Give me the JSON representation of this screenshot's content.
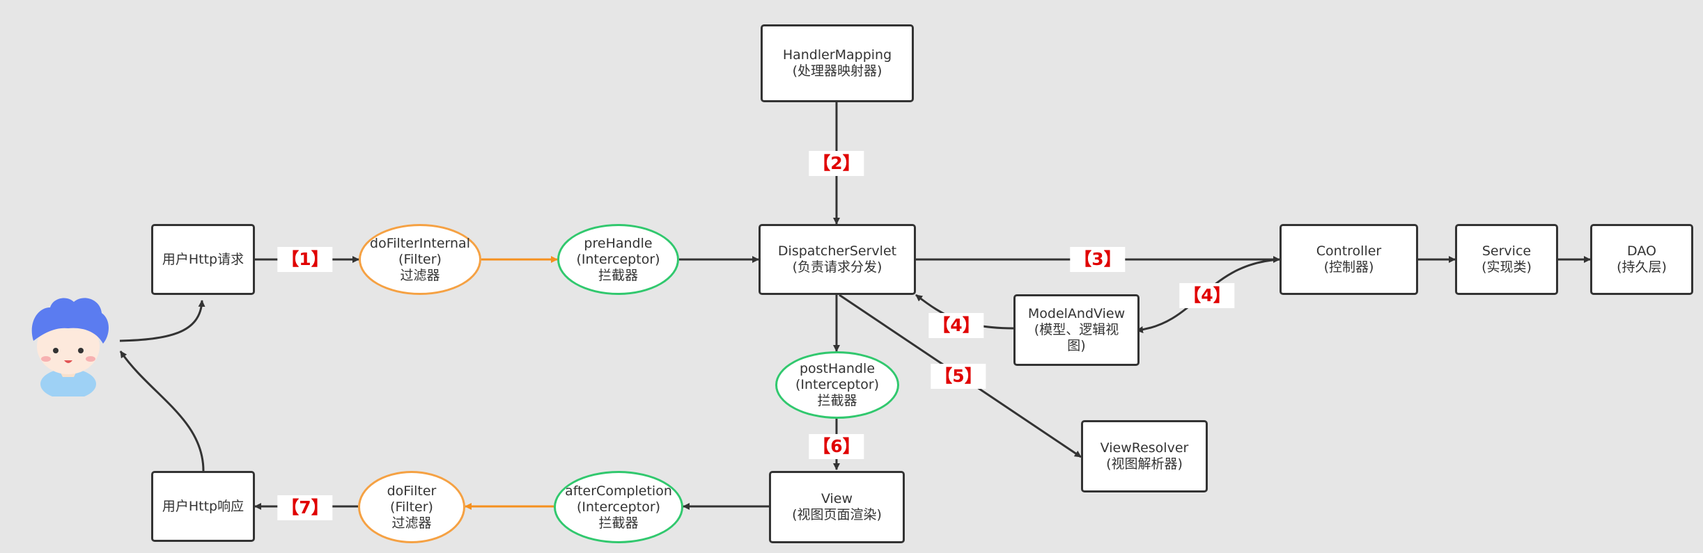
{
  "nodes": {
    "user_request": {
      "label": "用户Http请求"
    },
    "user_response": {
      "label": "用户Http响应"
    },
    "do_filter_internal": {
      "line1": "doFilterInternal",
      "line2": "(Filter)",
      "line3": "过滤器"
    },
    "do_filter": {
      "line1": "doFilter",
      "line2": "(Filter)",
      "line3": "过滤器"
    },
    "pre_handle": {
      "line1": "preHandle",
      "line2": "(Interceptor)",
      "line3": "拦截器"
    },
    "post_handle": {
      "line1": "postHandle",
      "line2": "(Interceptor)",
      "line3": "拦截器"
    },
    "after_completion": {
      "line1": "afterCompletion",
      "line2": "(Interceptor)",
      "line3": "拦截器"
    },
    "dispatcher_servlet": {
      "line1": "DispatcherServlet",
      "line2": "(负责请求分发)"
    },
    "handler_mapping": {
      "line1": "HandlerMapping",
      "line2": "(处理器映射器)"
    },
    "controller": {
      "line1": "Controller",
      "line2": "(控制器)"
    },
    "service": {
      "line1": "Service",
      "line2": "(实现类)"
    },
    "dao": {
      "line1": "DAO",
      "line2": "(持久层)"
    },
    "model_and_view": {
      "line1": "ModelAndView",
      "line2": "(模型、逻辑视",
      "line3": "图)"
    },
    "view_resolver": {
      "line1": "ViewResolver",
      "line2": "(视图解析器)"
    },
    "view": {
      "line1": "View",
      "line2": "(视图页面渲染)"
    }
  },
  "step_tags": {
    "s1": "【1】",
    "s2": "【2】",
    "s3": "【3】",
    "s4a": "【4】",
    "s4b": "【4】",
    "s5": "【5】",
    "s6": "【6】",
    "s7": "【7】"
  },
  "colors": {
    "filter": "#f5a143",
    "interceptor": "#31c86e",
    "filter_arrow": "#f5901e",
    "line": "#333333",
    "tag_text": "#e00000",
    "avatar_hair": "#5b7cf0",
    "avatar_shirt": "#9ed1f5"
  },
  "icons": {
    "avatar": "user-avatar-icon"
  }
}
